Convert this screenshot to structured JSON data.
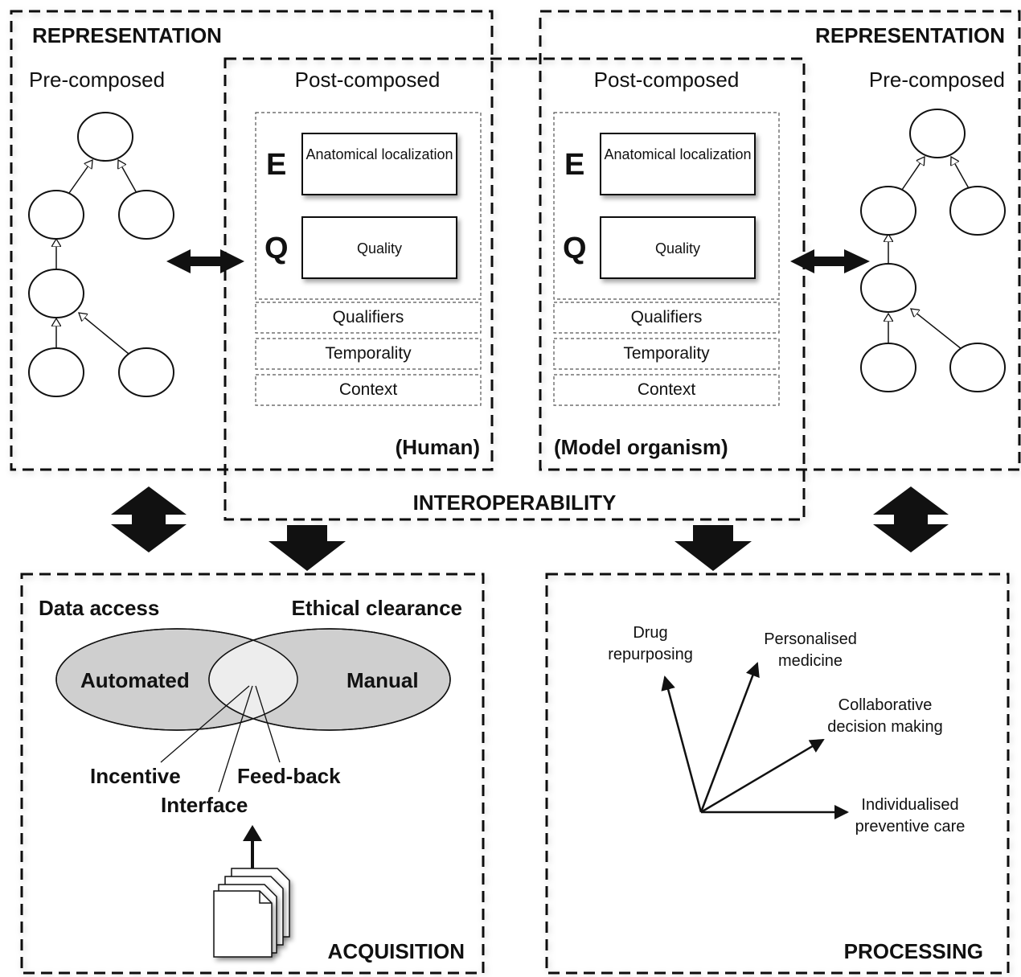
{
  "representation_left": {
    "title": "REPRESENTATION",
    "pre_composed": "Pre-composed"
  },
  "representation_right": {
    "title": "REPRESENTATION",
    "pre_composed": "Pre-composed"
  },
  "human_panel": {
    "post_composed": "Post-composed",
    "e_letter": "E",
    "q_letter": "Q",
    "anatomical": "Anatomical localization",
    "quality": "Quality",
    "qualifiers": "Qualifiers",
    "temporality": "Temporality",
    "context": "Context",
    "organism": "(Human)"
  },
  "model_panel": {
    "post_composed": "Post-composed",
    "e_letter": "E",
    "q_letter": "Q",
    "anatomical": "Anatomical localization",
    "quality": "Quality",
    "qualifiers": "Qualifiers",
    "temporality": "Temporality",
    "context": "Context",
    "organism": "(Model organism)"
  },
  "interoperability": "INTEROPERABILITY",
  "acquisition": {
    "title": "ACQUISITION",
    "data_access": "Data access",
    "ethical_clearance": "Ethical clearance",
    "automated": "Automated",
    "manual": "Manual",
    "incentive": "Incentive",
    "interface": "Interface",
    "feedback": "Feed-back"
  },
  "processing": {
    "title": "PROCESSING",
    "drug": "Drug repurposing",
    "personalised": "Personalised medicine",
    "collaborative": "Collaborative decision making",
    "individualised": "Individualised preventive care"
  }
}
